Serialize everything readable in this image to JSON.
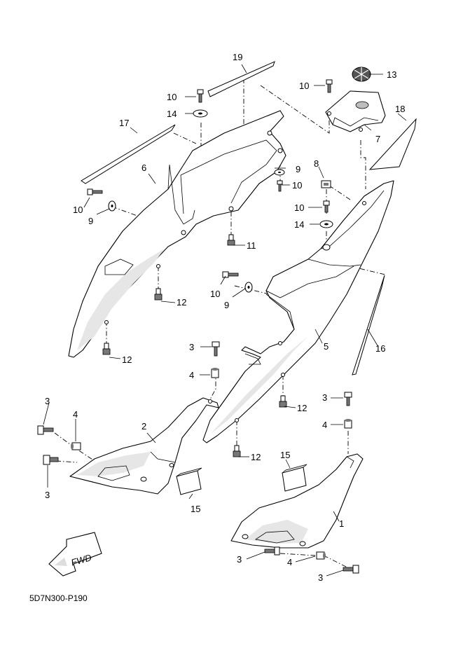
{
  "diagram_code": "5D7N300-P190",
  "fwd_label": "FWD",
  "callouts": {
    "c19": "19",
    "c13": "13",
    "c10_top_left": "10",
    "c10_top_right": "10",
    "c14_upper": "14",
    "c18": "18",
    "c17": "17",
    "c7": "7",
    "c6": "6",
    "c9_upper": "9",
    "c10_mid_upper": "10",
    "c8": "8",
    "c10_left": "10",
    "c9_left": "9",
    "c10_right": "10",
    "c14_right": "14",
    "c11": "11",
    "c10_center": "10",
    "c9_center": "9",
    "c12_a": "12",
    "c5": "5",
    "c16": "16",
    "c12_b": "12",
    "c3_center": "3",
    "c4_center": "4",
    "c12_c": "12",
    "c3_left_top": "3",
    "c4_left": "4",
    "c3_right": "3",
    "c4_right": "4",
    "c2": "2",
    "c12_d": "12",
    "c15_right": "15",
    "c3_left_bottom": "3",
    "c15_left": "15",
    "c1": "1",
    "c3_bottom_left": "3",
    "c4_bottom": "4",
    "c3_bottom_right": "3"
  }
}
